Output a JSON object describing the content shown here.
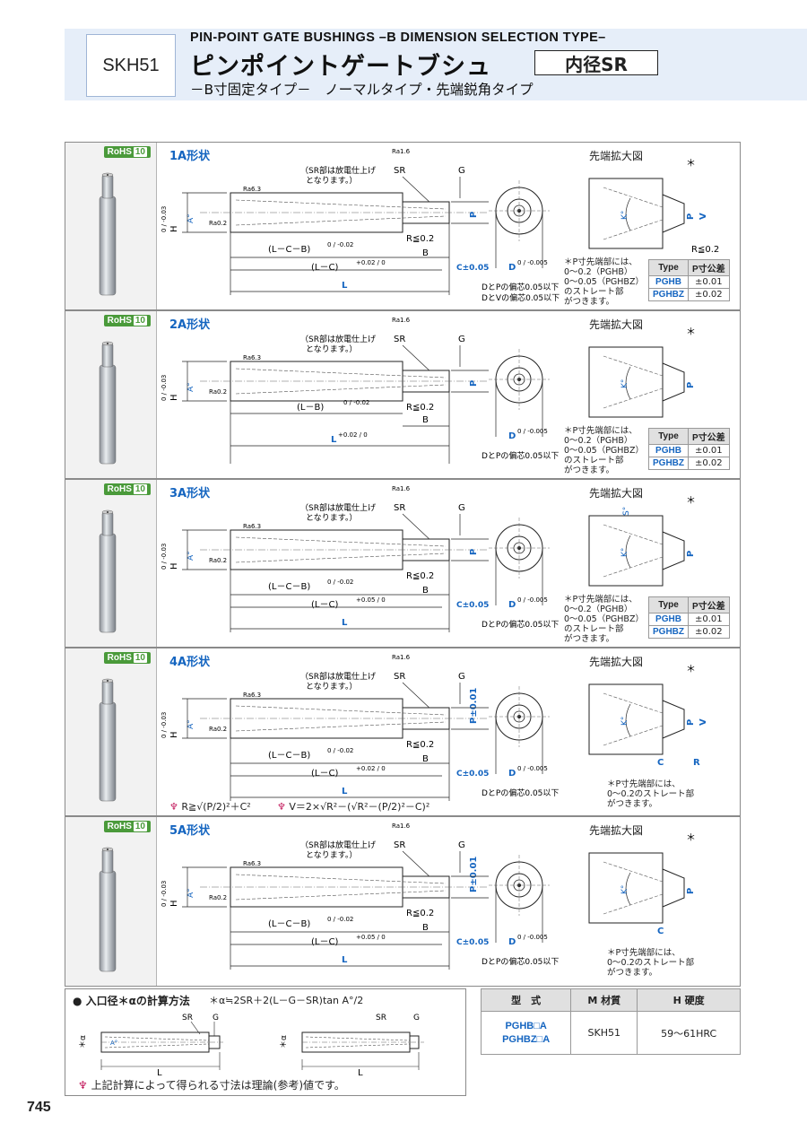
{
  "header": {
    "badge": "SKH51",
    "title_en": "PIN-POINT GATE BUSHINGS –B DIMENSION SELECTION TYPE–",
    "title_jp": "ピンポイントゲートブシュ",
    "title_box": "内径SR",
    "subtitle": "－B寸固定タイプ－　ノーマルタイプ・先端鋭角タイプ"
  },
  "rohs": {
    "label": "RoHS",
    "num": "10"
  },
  "common": {
    "sr_note_1": "（SR部は放電仕上げ",
    "sr_note_2": "となります。）",
    "ra16": "Ra1.6",
    "ra63": "Ra6.3",
    "ra02": "Ra0.2",
    "SR": "SR",
    "G": "G",
    "P": "P",
    "P_tol": "P±0.01",
    "H": "H",
    "H_tol": "0 / -0.03",
    "A": "A°",
    "K": "K°",
    "V": "V",
    "R": "R",
    "S": "S°",
    "R02": "R≦0.2",
    "B": "B",
    "C": "C±0.05",
    "C_only": "C",
    "L": "L",
    "D": "D",
    "D_tol": "0 / -0.005",
    "LCB": "(L－C－B)",
    "LCB_tol": "0 / -0.02",
    "LB": "(L－B)",
    "LC": "(L－C)",
    "LC_tol_02": "+0.02 / 0",
    "LC_tol_05": "+0.05 / 0",
    "L_tol": "+0.02 / 0",
    "dev_DP": "DとPの偏芯0.05以下",
    "dev_DV": "DとVの偏芯0.05以下",
    "star": "＊",
    "enlarge": "先端拡大図"
  },
  "shapes": [
    {
      "title": "1A形状"
    },
    {
      "title": "2A形状"
    },
    {
      "title": "3A形状"
    },
    {
      "title": "4A形状"
    },
    {
      "title": "5A形状"
    }
  ],
  "p_note_full": [
    "＊P寸先端部には、",
    "0〜0.2（PGHB）",
    "0〜0.05（PGHBZ）",
    "のストレート部",
    "がつきます。"
  ],
  "p_note_full_3": [
    "＊P寸先端部には、",
    "0〜0.2（PGHB）",
    "0〜0.05（PGHBZ）",
    "のストレート部",
    "がつきます。"
  ],
  "p_note_short": [
    "＊P寸先端部には、",
    "0〜0.2のストレート部",
    "がつきます。"
  ],
  "tol_table": {
    "headers": [
      "Type",
      "P寸公差"
    ],
    "rows": [
      [
        "PGHB",
        "±0.01"
      ],
      [
        "PGHBZ",
        "±0.02"
      ]
    ]
  },
  "formula_R": "R≧√(P/2)²＋C²",
  "formula_V": "V＝2×√R²－(√R²－(P/2)²－C)²",
  "calc": {
    "title": "● 入口径＊αの計算方法",
    "formula": "＊α≒2SR＋2(L－G－SR)tan A°/2",
    "alpha": "＊α",
    "note": "上記計算によって得られる寸法は理論(参考)値です。"
  },
  "material_table": {
    "headers": [
      "型　式",
      "M 材質",
      "H 硬度"
    ],
    "types": [
      "PGHB□A",
      "PGHBZ□A"
    ],
    "material": "SKH51",
    "hardness": "59〜61HRC"
  },
  "page_number": "745"
}
